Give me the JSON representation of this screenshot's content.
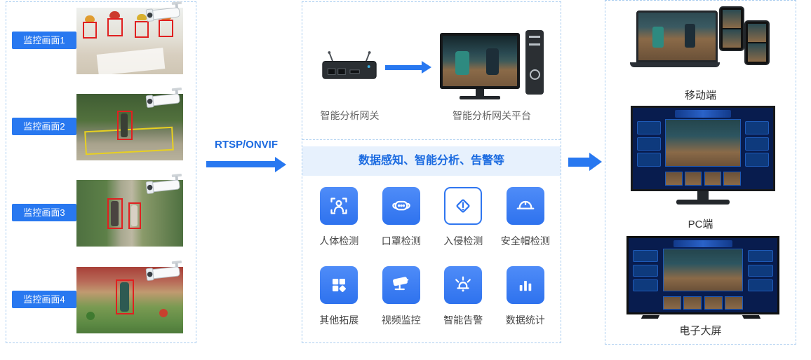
{
  "colors": {
    "accent_blue": "#2878f0",
    "banner_bg": "#e7f1fd",
    "banner_text": "#1a6ae0",
    "tile_blue": "#2e72ee",
    "detect_box_red": "#e02020",
    "zone_box_yellow": "#e8d020",
    "panel_border": "#aacdf0"
  },
  "left_panel": {
    "cameras": [
      {
        "label": "监控画面1"
      },
      {
        "label": "监控画面2"
      },
      {
        "label": "监控画面3"
      },
      {
        "label": "监控画面4"
      }
    ]
  },
  "flow": {
    "protocol_label": "RTSP/ONVIF"
  },
  "middle_panel": {
    "gateway_label": "智能分析网关",
    "platform_label": "智能分析网关平台",
    "banner": "数据感知、智能分析、告警等",
    "features": [
      {
        "label": "人体检测",
        "icon": "person-detect-icon"
      },
      {
        "label": "口罩检测",
        "icon": "mask-detect-icon"
      },
      {
        "label": "入侵检测",
        "icon": "intrusion-detect-icon"
      },
      {
        "label": "安全帽检测",
        "icon": "helmet-detect-icon"
      },
      {
        "label": "其他拓展",
        "icon": "expand-apps-icon"
      },
      {
        "label": "视频监控",
        "icon": "video-monitor-icon"
      },
      {
        "label": "智能告警",
        "icon": "smart-alarm-icon"
      },
      {
        "label": "数据统计",
        "icon": "data-stats-icon"
      }
    ]
  },
  "right_panel": {
    "devices": [
      {
        "label": "移动端"
      },
      {
        "label": "PC端"
      },
      {
        "label": "电子大屏"
      }
    ]
  }
}
